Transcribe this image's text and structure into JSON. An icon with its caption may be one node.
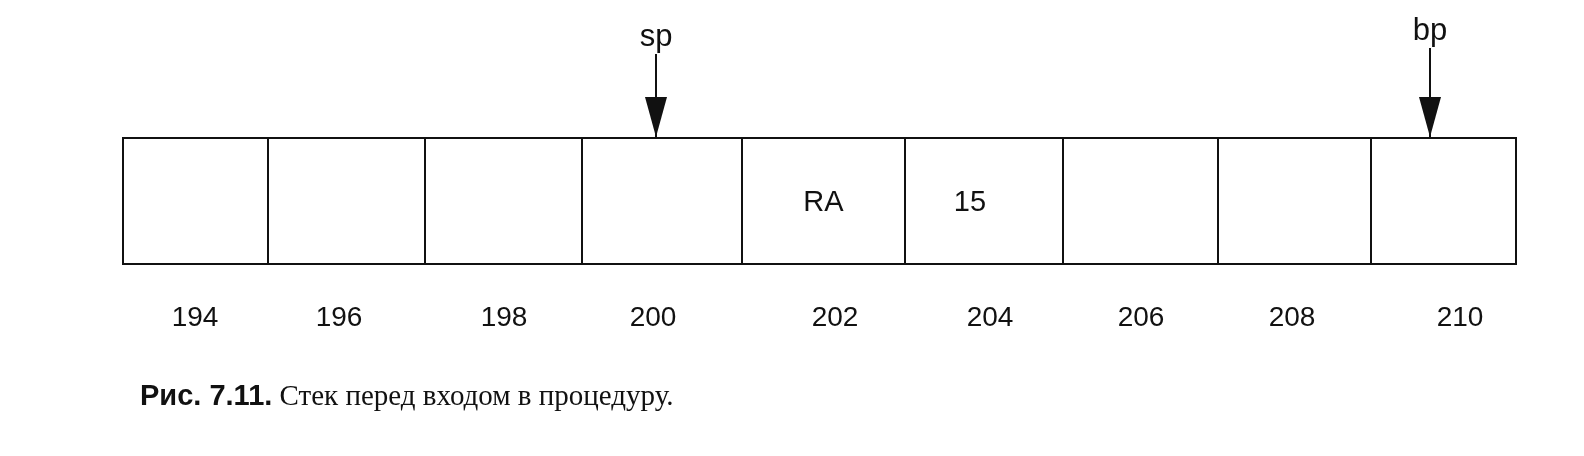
{
  "diagram": {
    "caption": "**Рис. 7.11.** Стек перед входом в процедуру.",
    "nodes": [
      {
        "text": [
          "sp"
        ]
      },
      {
        "text": [
          "bp"
        ]
      },
      {
        "text": [],
        "shape": "box",
        "beside": [
          "194"
        ]
      },
      {
        "text": [],
        "shape": "box",
        "beside": [
          "196"
        ]
      },
      {
        "text": [],
        "shape": "box",
        "beside": [
          "198"
        ]
      },
      {
        "text": [],
        "shape": "box",
        "beside": [
          "200"
        ]
      },
      {
        "text": [
          "RA"
        ],
        "beside": [
          "202"
        ]
      },
      {
        "text": [
          "15"
        ],
        "beside": [
          "204"
        ]
      },
      {
        "text": [],
        "shape": "box",
        "beside": [
          "206"
        ]
      },
      {
        "text": [],
        "shape": "box",
        "beside": [
          "208"
        ]
      },
      {
        "text": [],
        "shape": "box",
        "beside": [
          "210"
        ]
      }
    ],
    "edges": [
      {
        "from": 0,
        "to": 5,
        "arrow": "to"
      },
      {
        "from": 1,
        "to": 10,
        "arrow": "to"
      }
    ]
  }
}
